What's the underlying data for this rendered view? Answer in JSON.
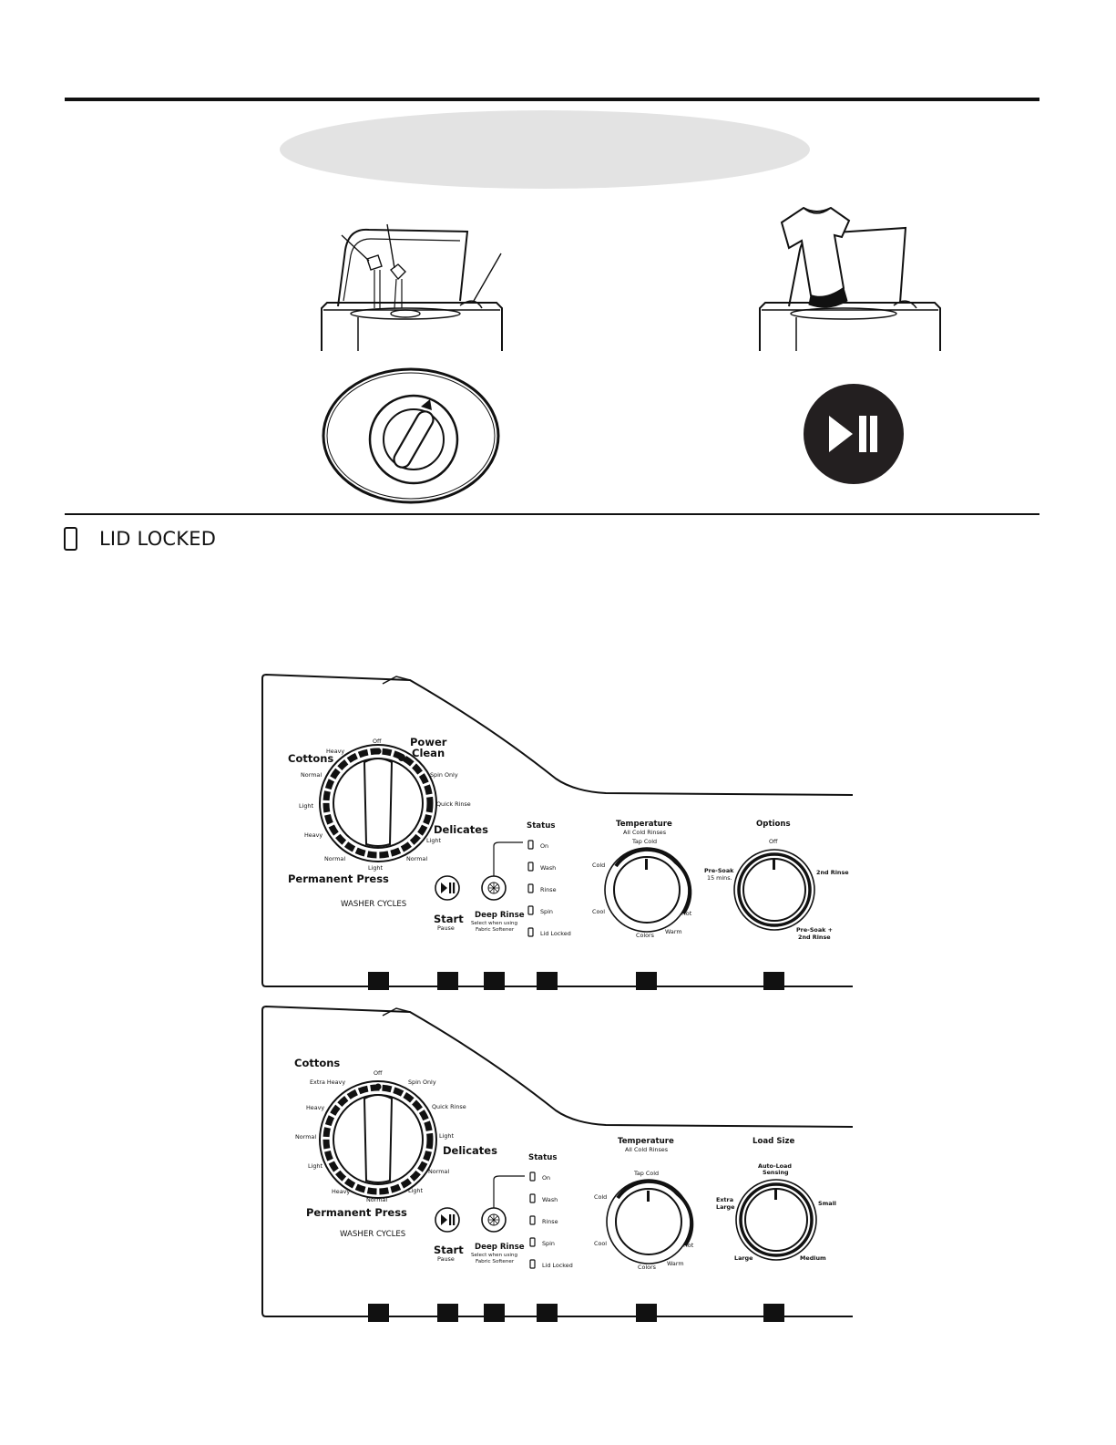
{
  "lid_locked": {
    "label": "LID LOCKED"
  },
  "panel_a": {
    "cycles": {
      "cottons": "Cottons",
      "power_clean": [
        "Power",
        "Clean"
      ],
      "delicates": "Delicates",
      "permanent_press": "Permanent Press",
      "washer_cycles": "WASHER CYCLES",
      "off": "Off",
      "heavy_top": "Heavy",
      "normal_left": "Normal",
      "light_left": "Light",
      "heavy_low": "Heavy",
      "normal_bottom": "Normal",
      "light_bottom": "Light",
      "normal_right": "Normal",
      "light_right": "Light",
      "spin_only": "Spin Only",
      "quick_rinse": "Quick Rinse"
    },
    "start": {
      "label": "Start",
      "sub": "Pause"
    },
    "deep_rinse": {
      "label": "Deep Rinse",
      "sub1": "Select when using",
      "sub2": "Fabric Softener"
    },
    "status": {
      "title": "Status",
      "items": [
        "On",
        "Wash",
        "Rinse",
        "Spin",
        "Lid Locked"
      ]
    },
    "temperature": {
      "title": "Temperature",
      "sub": "All Cold Rinses",
      "tap_cold": "Tap Cold",
      "cold": "Cold",
      "cool": "Cool",
      "colors": "Colors",
      "warm": "Warm",
      "hot": "Hot"
    },
    "options": {
      "title": "Options",
      "off": "Off",
      "pre_soak": "Pre-Soak",
      "pre_soak_time": "15 mins.",
      "second_rinse": "2nd Rinse",
      "combo1": "Pre-Soak +",
      "combo2": "2nd Rinse"
    }
  },
  "panel_b": {
    "cycles": {
      "cottons": "Cottons",
      "delicates": "Delicates",
      "permanent_press": "Permanent Press",
      "washer_cycles": "WASHER CYCLES",
      "off": "Off",
      "extra_heavy": "Extra Heavy",
      "heavy_left": "Heavy",
      "normal_left": "Normal",
      "light_left": "Light",
      "heavy_low": "Heavy",
      "normal_bottom": "Normal",
      "light_bottom": "Light",
      "normal_right": "Normal",
      "light_right": "Light",
      "spin_only": "Spin Only",
      "quick_rinse": "Quick Rinse"
    },
    "start": {
      "label": "Start",
      "sub": "Pause"
    },
    "deep_rinse": {
      "label": "Deep Rinse",
      "sub1": "Select when using",
      "sub2": "Fabric Softener"
    },
    "status": {
      "title": "Status",
      "items": [
        "On",
        "Wash",
        "Rinse",
        "Spin",
        "Lid Locked"
      ]
    },
    "temperature": {
      "title": "Temperature",
      "sub": "All Cold Rinses",
      "tap_cold": "Tap Cold",
      "cold": "Cold",
      "cool": "Cool",
      "colors": "Colors",
      "warm": "Warm",
      "hot": "Hot"
    },
    "load_size": {
      "title": "Load Size",
      "auto1": "Auto-Load",
      "auto2": "Sensing",
      "extra1": "Extra",
      "extra2": "Large",
      "small": "Small",
      "large": "Large",
      "medium": "Medium"
    }
  }
}
